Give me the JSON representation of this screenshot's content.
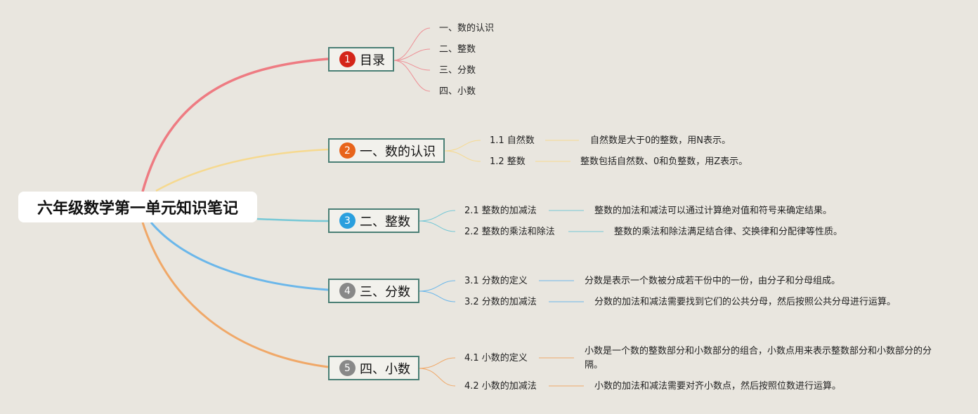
{
  "root": {
    "title": "六年级数学第一单元知识笔记"
  },
  "branches": [
    {
      "num": "1",
      "badge_color": "#d42519",
      "line_color": "#ee7b82",
      "label": "目录",
      "leaves": [
        {
          "label": "一、数的认识",
          "desc": ""
        },
        {
          "label": "二、整数",
          "desc": ""
        },
        {
          "label": "三、分数",
          "desc": ""
        },
        {
          "label": "四、小数",
          "desc": ""
        }
      ]
    },
    {
      "num": "2",
      "badge_color": "#e8641b",
      "line_color": "#f6d98f",
      "label": "一、数的认识",
      "leaves": [
        {
          "label": "1.1 自然数",
          "desc": "自然数是大于0的整数，用N表示。"
        },
        {
          "label": "1.2 整数",
          "desc": "整数包括自然数、0和负整数，用Z表示。"
        }
      ]
    },
    {
      "num": "3",
      "badge_color": "#2a9fde",
      "line_color": "#76c8d6",
      "label": "二、整数",
      "leaves": [
        {
          "label": "2.1 整数的加减法",
          "desc": "整数的加法和减法可以通过计算绝对值和符号来确定结果。"
        },
        {
          "label": "2.2 整数的乘法和除法",
          "desc": "整数的乘法和除法满足结合律、交换律和分配律等性质。"
        }
      ]
    },
    {
      "num": "4",
      "badge_color": "#888888",
      "line_color": "#6bb7ea",
      "label": "三、分数",
      "leaves": [
        {
          "label": "3.1 分数的定义",
          "desc": "分数是表示一个数被分成若干份中的一份，由分子和分母组成。"
        },
        {
          "label": "3.2 分数的加减法",
          "desc": "分数的加法和减法需要找到它们的公共分母，然后按照公共分母进行运算。"
        }
      ]
    },
    {
      "num": "5",
      "badge_color": "#888888",
      "line_color": "#f0a868",
      "label": "四、小数",
      "leaves": [
        {
          "label": "4.1 小数的定义",
          "desc": "小数是一个数的整数部分和小数部分的组合，小数点用来表示整数部分和小数部分的分隔。"
        },
        {
          "label": "4.2 小数的加减法",
          "desc": "小数的加法和减法需要对齐小数点，然后按照位数进行运算。"
        }
      ]
    }
  ]
}
